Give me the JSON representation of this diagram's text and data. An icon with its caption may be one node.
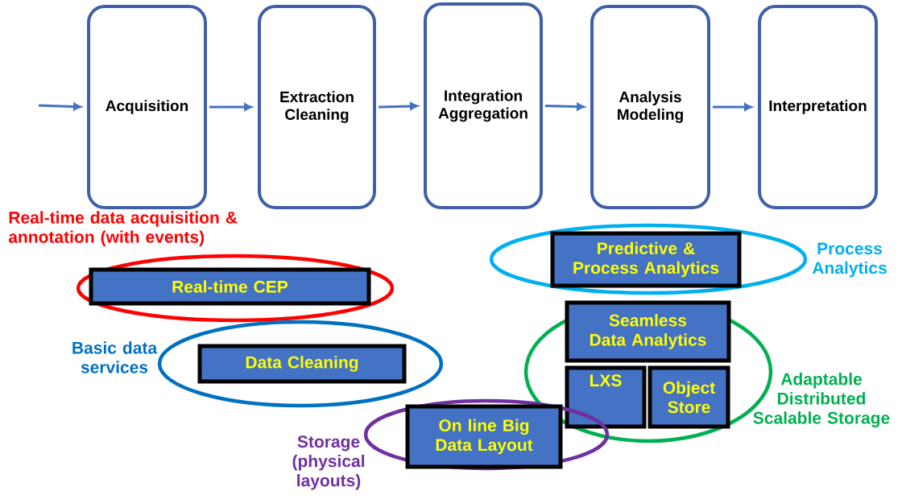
{
  "diagram": {
    "nodes": [
      {
        "text": [
          "Acquisition"
        ]
      },
      {
        "text": [
          "Extraction Cleaning"
        ]
      },
      {
        "text": [
          "Integration Aggregation"
        ]
      },
      {
        "text": [
          "Analysis Modeling"
        ]
      },
      {
        "text": [
          "Interpretation"
        ]
      },
      {
        "text": [],
        "shape": "ellipse",
        "beside": [
          "Real-time data acquisition & annotation (with events)"
        ]
      },
      {
        "text": [
          "Real-time CEP"
        ],
        "in": 5
      },
      {
        "text": [],
        "shape": "ellipse",
        "beside": [
          "Process Analytics"
        ]
      },
      {
        "text": [
          "Predictive & Process Analytics"
        ],
        "in": 7
      },
      {
        "text": [],
        "shape": "ellipse",
        "beside": [
          "Basic data services"
        ]
      },
      {
        "text": [
          "Data Cleaning"
        ],
        "in": 9
      },
      {
        "text": [],
        "shape": "ellipse",
        "beside": [
          "Adaptable Distributed Scalable Storage"
        ]
      },
      {
        "text": [
          "Seamless Data Analytics"
        ],
        "in": 11
      },
      {
        "text": [
          "LXS"
        ],
        "in": 11
      },
      {
        "text": [
          "Object Store"
        ],
        "in": 11
      },
      {
        "text": [],
        "shape": "ellipse",
        "beside": [
          "Storage (physical layouts)"
        ]
      },
      {
        "text": [
          "On line Big Data Layout"
        ],
        "in": 15
      }
    ],
    "edges": [
      {
        "from": null,
        "to": 0,
        "arrow": "to"
      },
      {
        "from": 0,
        "to": 1,
        "arrow": "to"
      },
      {
        "from": 1,
        "to": 2,
        "arrow": "to"
      },
      {
        "from": 2,
        "to": 3,
        "arrow": "to"
      },
      {
        "from": 3,
        "to": 4,
        "arrow": "to"
      }
    ]
  }
}
